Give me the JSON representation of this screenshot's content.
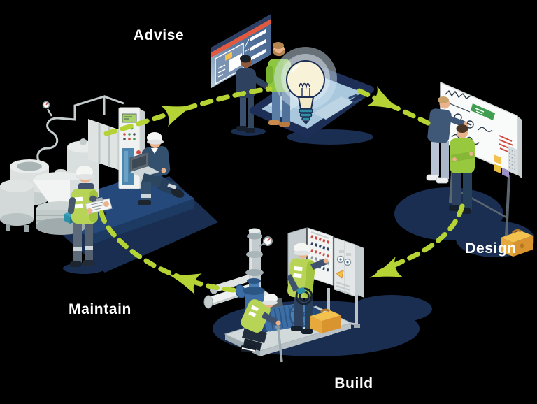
{
  "diagram": {
    "type": "cycle",
    "direction": "clockwise",
    "stages": [
      {
        "id": "advise",
        "label": "Advise",
        "scene": "consultants-presenting-dashboard-and-idea-lightbulb-on-tablet"
      },
      {
        "id": "design",
        "label": "Design",
        "scene": "engineers-sketching-plans-on-whiteboard"
      },
      {
        "id": "build",
        "label": "Build",
        "scene": "technicians-installing-pump-piping-and-control-cabinet"
      },
      {
        "id": "maintain",
        "label": "Maintain",
        "scene": "technicians-inspecting-process-plant-with-clipboard-and-laptop"
      }
    ]
  },
  "colors": {
    "background": "#000000",
    "arrow": "#b5d334",
    "label_text": "#ffffff",
    "shadow_navy": "#1a2e52",
    "hivis_vest": "#b7d456",
    "machine_grey": "#d9dfde",
    "pump_blue": "#3c6ea5",
    "screen_blue": "#4a6a94",
    "screen_stripe": "#e2593f",
    "toolbox_yellow": "#f2c14e"
  }
}
